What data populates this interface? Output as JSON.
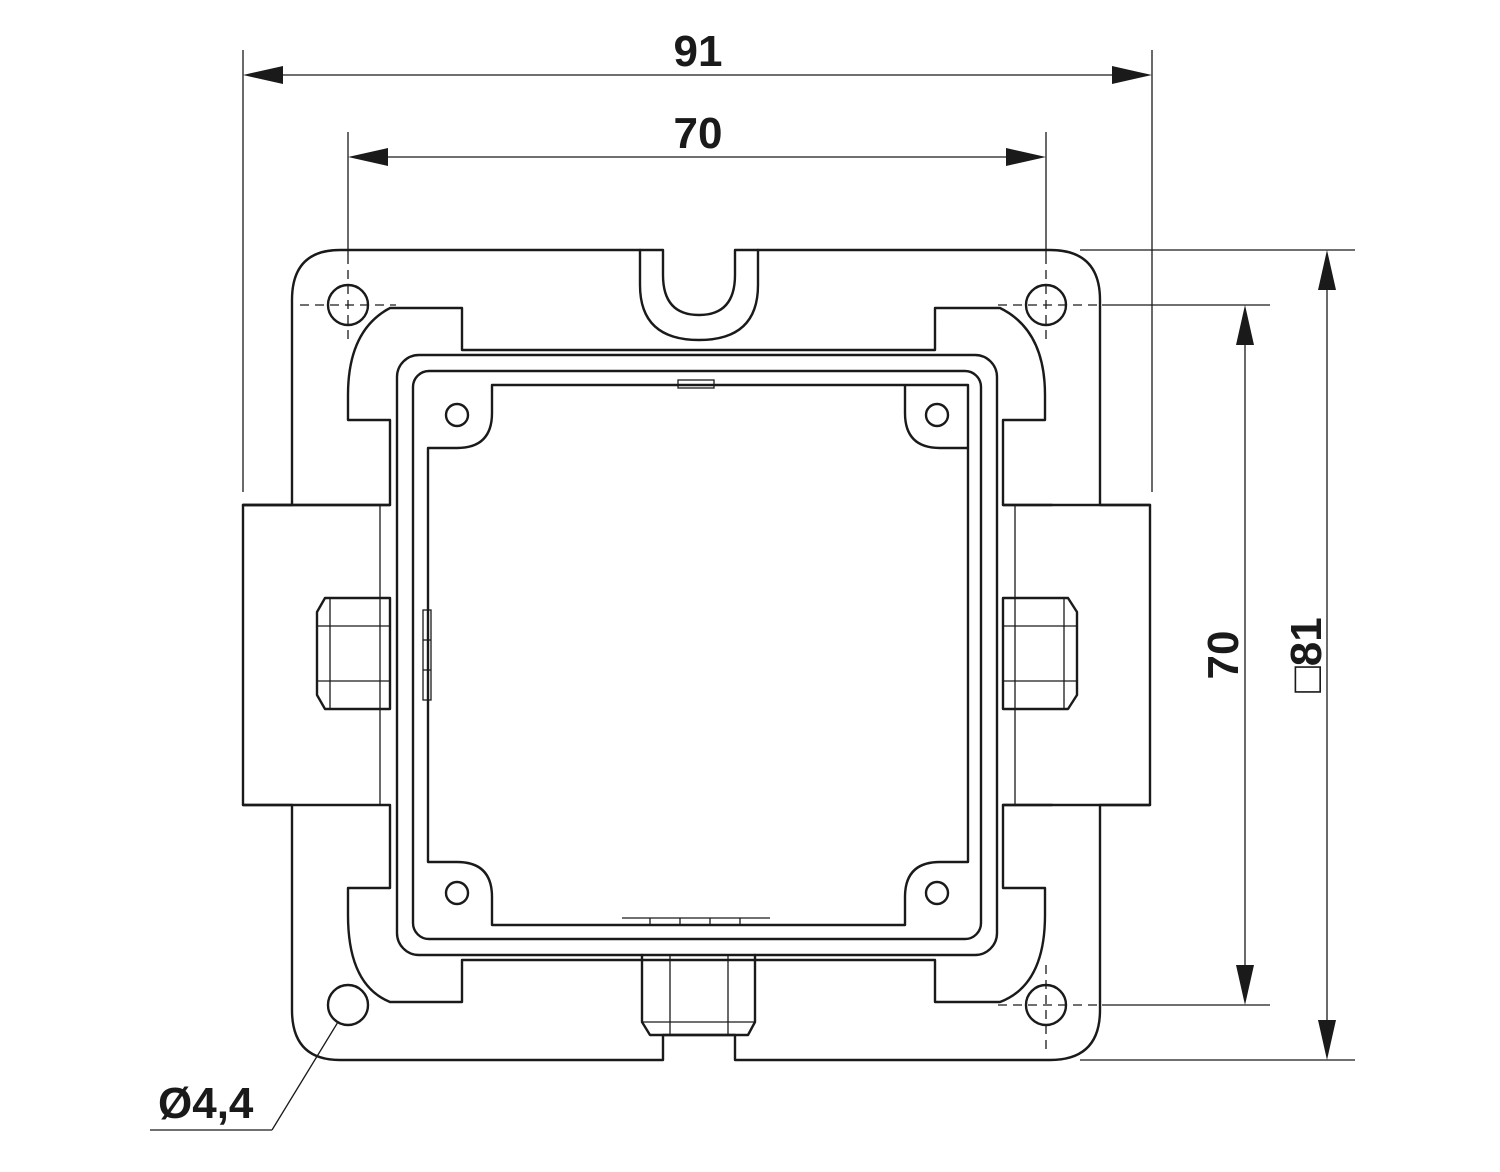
{
  "dimensions": {
    "overall_width": "91",
    "hole_spacing_horizontal": "70",
    "hole_spacing_vertical": "70",
    "square_size": "□81",
    "hole_diameter": "Ø4,4"
  }
}
